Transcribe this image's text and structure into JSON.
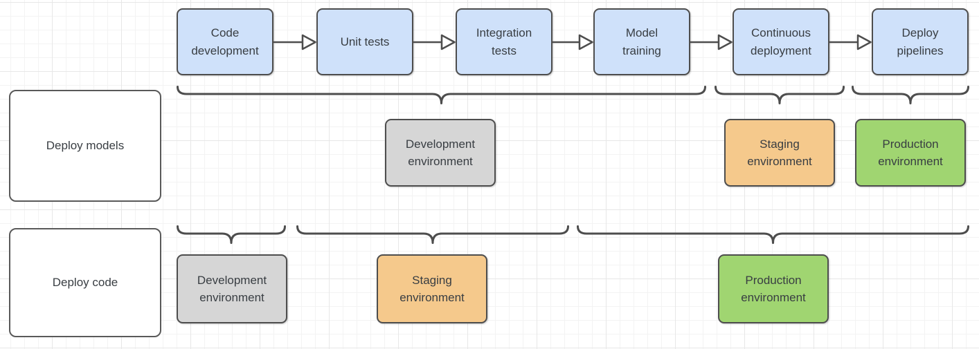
{
  "diagram": {
    "type": "flowchart",
    "colors": {
      "step_fill": "#cfe1fa",
      "development_fill": "#d6d6d6",
      "staging_fill": "#f5c98c",
      "production_fill": "#a0d571",
      "row_fill": "#ffffff",
      "stroke": "#4d4d4d",
      "text": "#383d42"
    },
    "pipeline_steps": [
      "Code\ndevelopment",
      "Unit tests",
      "Integration\ntests",
      "Model\ntraining",
      "Continuous\ndeployment",
      "Deploy\npipelines"
    ],
    "rows": {
      "models": {
        "label": "Deploy models",
        "environments": {
          "development": "Development\nenvironment",
          "staging": "Staging\nenvironment",
          "production": "Production\nenvironment"
        }
      },
      "code": {
        "label": "Deploy code",
        "environments": {
          "development": "Development\nenvironment",
          "staging": "Staging\nenvironment",
          "production": "Production\nenvironment"
        }
      }
    }
  }
}
